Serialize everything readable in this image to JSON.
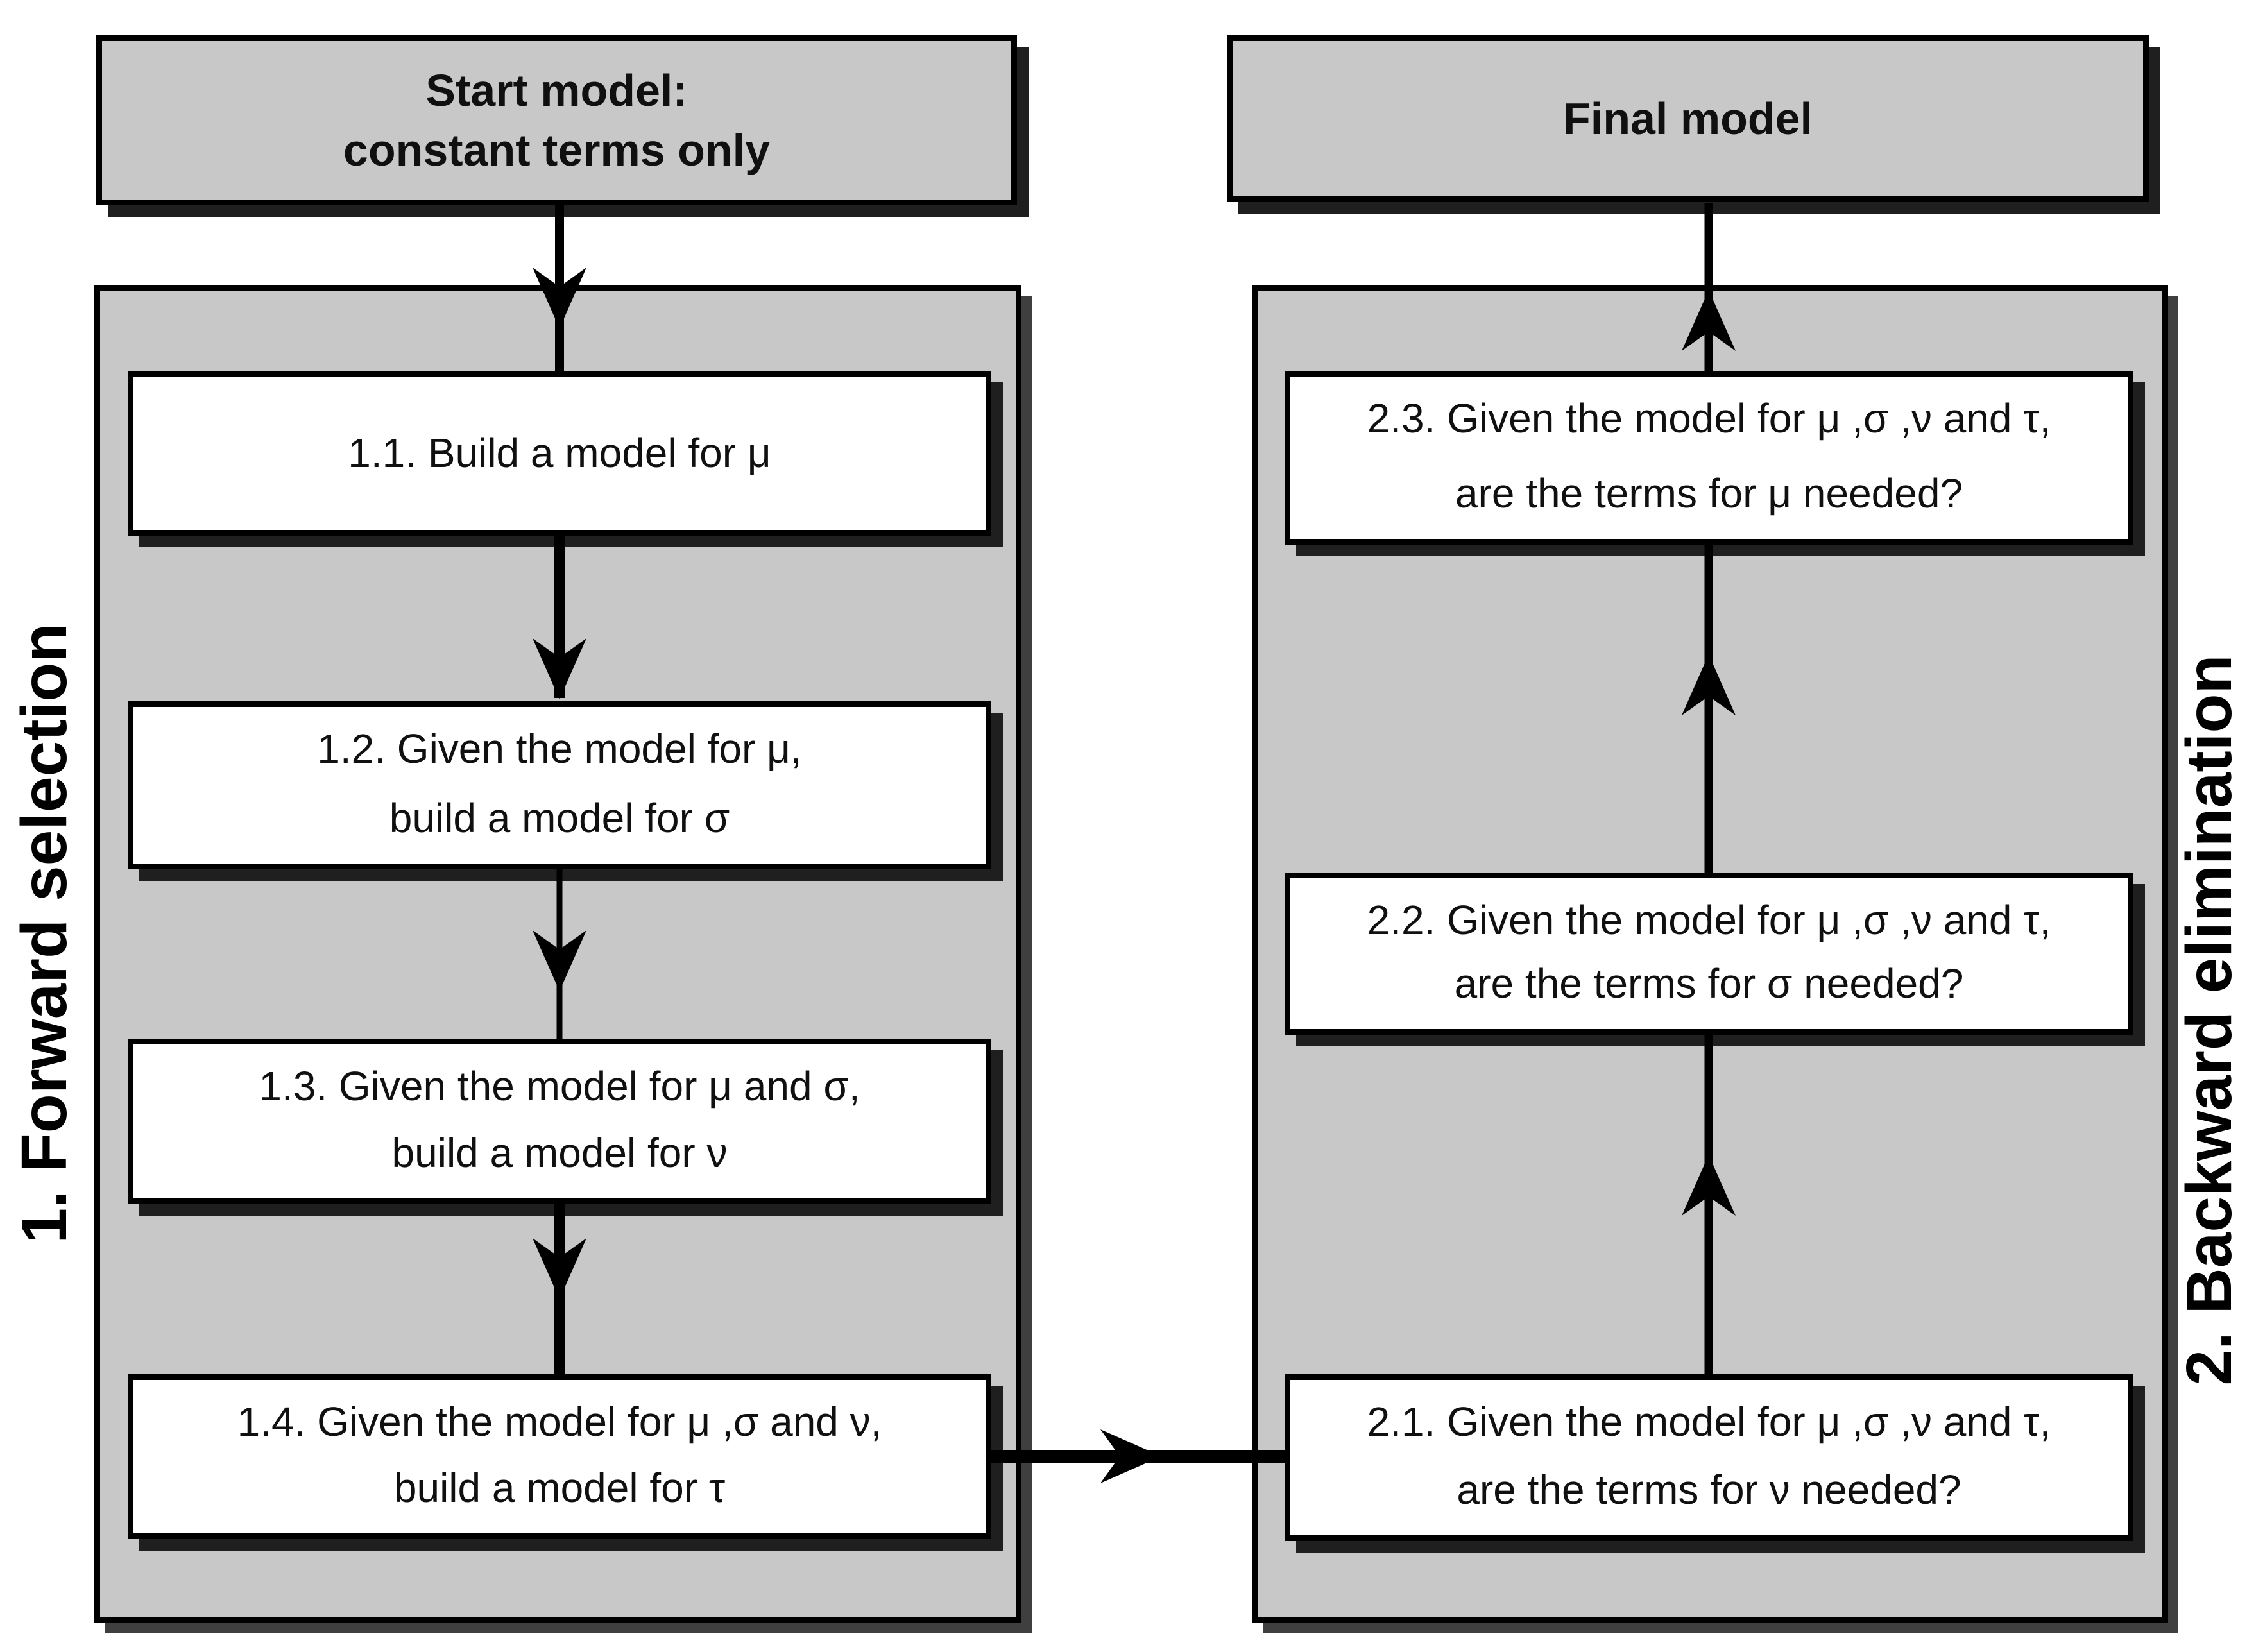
{
  "colors": {
    "background": "#ffffff",
    "panel_fill": "#c8c8c8",
    "header_fill": "#c8c8c8",
    "step_fill": "#ffffff",
    "border": "#000000",
    "arrow": "#000000",
    "panel_shadow": "#3f3f3f",
    "box_shadow": "#1f1f1f",
    "text": "#101010"
  },
  "side_labels": {
    "left": "1. Forward selection",
    "right": "2. Backward elimination"
  },
  "start_box": {
    "line1": "Start model:",
    "line2": "constant terms only"
  },
  "final_box": {
    "label": "Final model"
  },
  "forward_steps": [
    {
      "line1": "1.1. Build a model for μ",
      "line2": ""
    },
    {
      "line1": "1.2. Given the model for μ,",
      "line2": "build a model for σ"
    },
    {
      "line1": "1.3. Given the model for μ and σ,",
      "line2": "build a model for ν"
    },
    {
      "line1": "1.4. Given the model for μ ,σ and ν,",
      "line2": "build a model for τ"
    }
  ],
  "backward_steps": [
    {
      "line1": "2.1. Given the model for μ ,σ ,ν and τ,",
      "line2": "are the terms for ν needed?"
    },
    {
      "line1": "2.2. Given the model for μ ,σ ,ν and τ,",
      "line2": "are the terms for σ needed?"
    },
    {
      "line1": "2.3. Given the model for μ ,σ ,ν and τ,",
      "line2": "are the terms for μ needed?"
    }
  ]
}
